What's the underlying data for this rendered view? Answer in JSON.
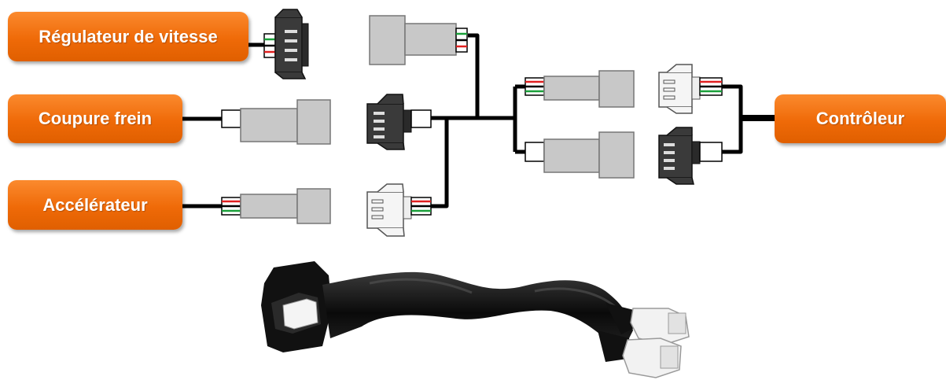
{
  "labels": {
    "cruise_control": "Régulateur de vitesse",
    "brake_cutoff": "Coupure frein",
    "throttle": "Accélérateur",
    "controller": "Contrôleur"
  },
  "colors": {
    "label_orange": "#ef6a08",
    "label_text": "#ffffff",
    "connector_grey": "#c8c8c8",
    "connector_dark": "#3a3a3a",
    "cable_black": "#000000",
    "wire_red": "#e02020",
    "wire_green": "#1aa03a"
  }
}
